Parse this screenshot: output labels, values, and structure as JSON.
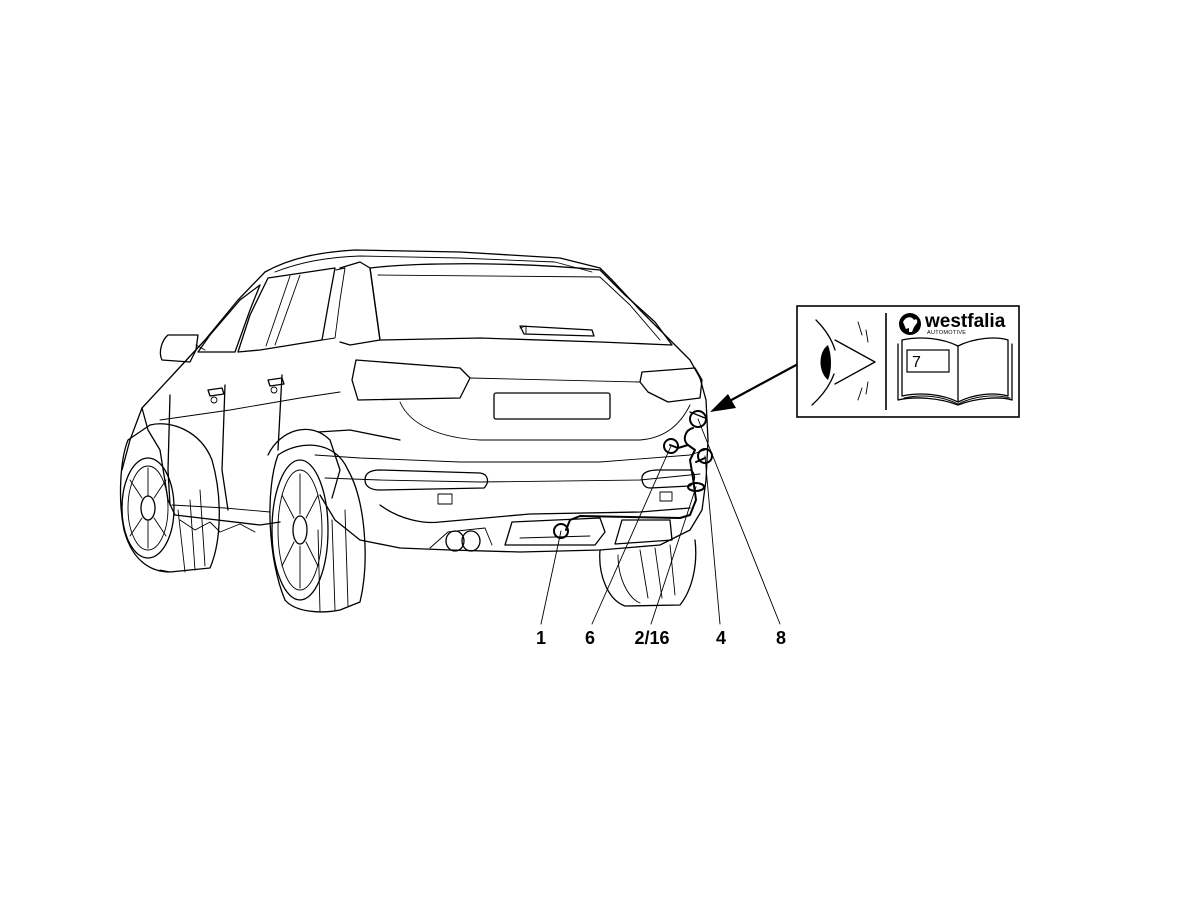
{
  "callouts": [
    {
      "id": "1",
      "text": "1"
    },
    {
      "id": "6",
      "text": "6"
    },
    {
      "id": "2-16",
      "text": "2/16"
    },
    {
      "id": "4",
      "text": "4"
    },
    {
      "id": "8",
      "text": "8"
    }
  ],
  "info_box": {
    "brand": "westfalia",
    "brand_sub": "AUTOMOTIVE",
    "manual_page": "7"
  },
  "icons": [
    "vehicle-rear-view",
    "eye-icon",
    "manual-book-icon",
    "westfalia-logo-icon"
  ]
}
